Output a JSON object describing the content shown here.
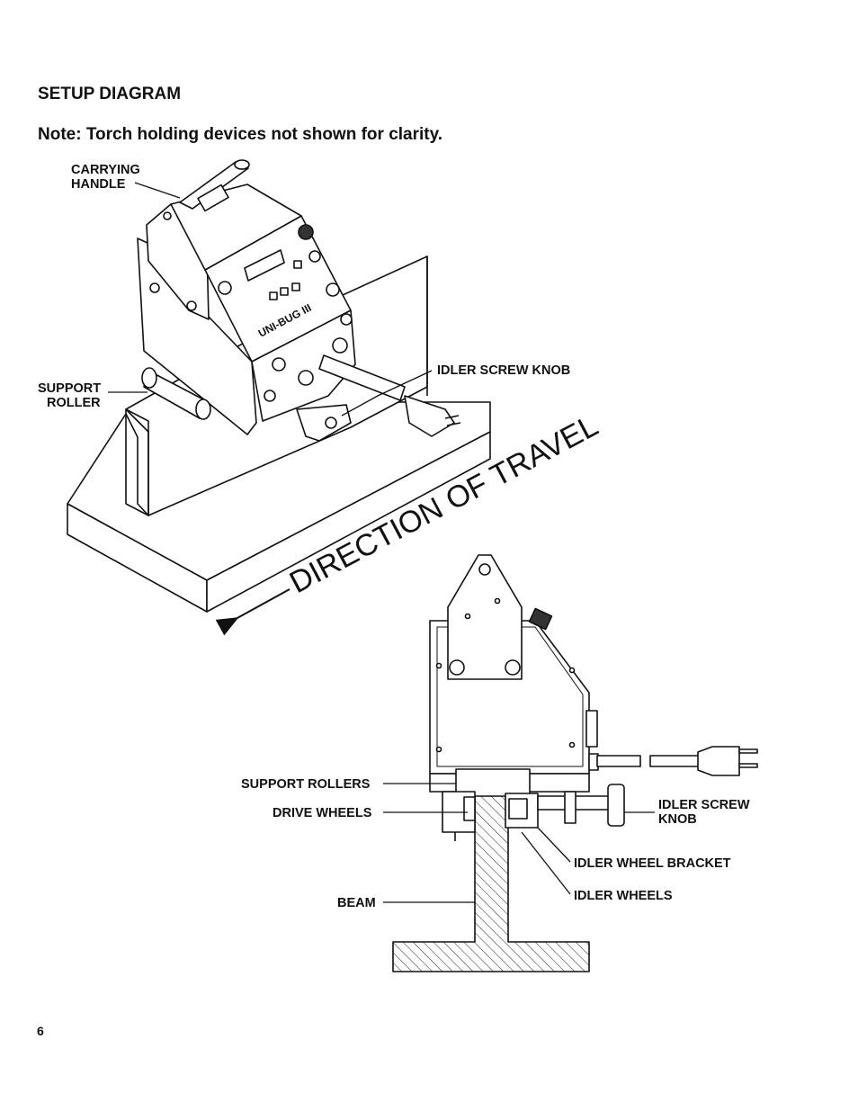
{
  "section_title": "SETUP DIAGRAM",
  "note": "Note: Torch holding devices not shown for clarity.",
  "labels": {
    "carrying_handle_1": "CARRYING",
    "carrying_handle_2": "HANDLE",
    "support_roller_1": "SUPPORT",
    "support_roller_2": "ROLLER",
    "idler_screw_knob_top": "IDLER SCREW KNOB",
    "direction_of_travel": "DIRECTION OF TRAVEL",
    "support_rollers": "SUPPORT ROLLERS",
    "drive_wheels": "DRIVE WHEELS",
    "beam": "BEAM",
    "idler_screw_knob_side_1": "IDLER SCREW",
    "idler_screw_knob_side_2": "KNOB",
    "idler_wheel_bracket": "IDLER WHEEL BRACKET",
    "idler_wheels": "IDLER WHEELS"
  },
  "brand": "UNI-BUG III",
  "page_number": "6"
}
